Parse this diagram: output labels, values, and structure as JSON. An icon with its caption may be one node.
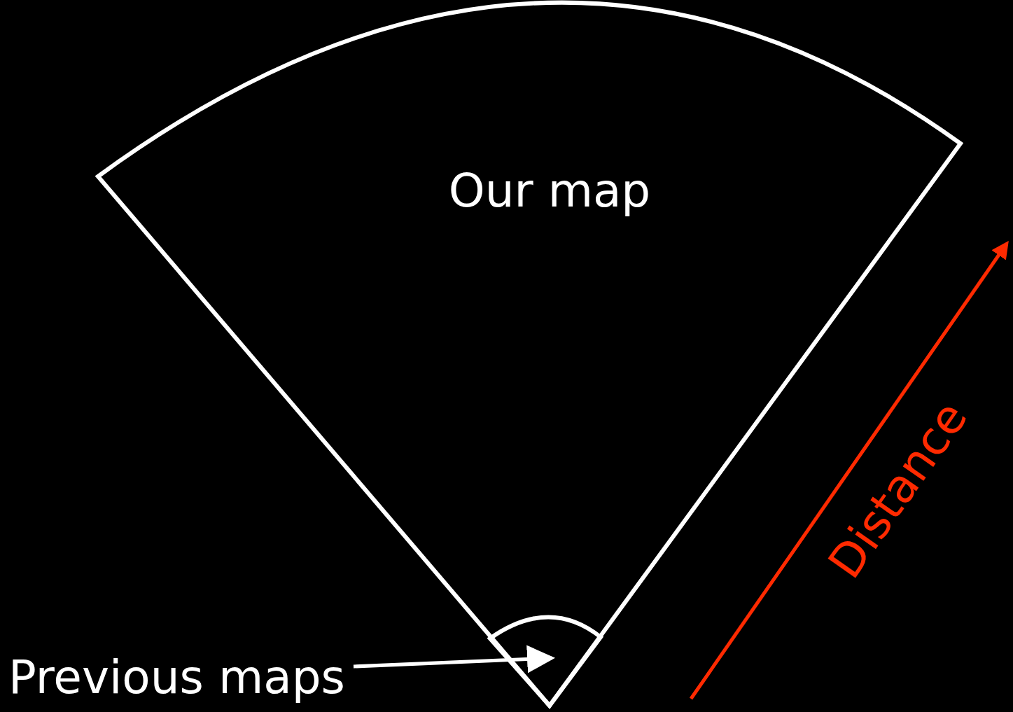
{
  "diagram": {
    "nodes": [
      {
        "text": [
          "Our map"
        ]
      },
      {
        "text": [],
        "shape": "wedge",
        "in": 0
      },
      {
        "text": [
          "Previous maps"
        ]
      }
    ],
    "edges": [
      {
        "from": 2,
        "to": 1,
        "arrow": "to"
      }
    ],
    "labels": [
      "Distance"
    ]
  }
}
